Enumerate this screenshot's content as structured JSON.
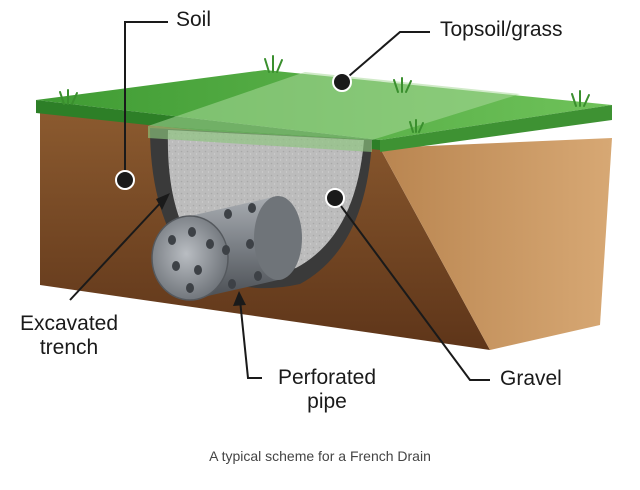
{
  "labels": {
    "soil": "Soil",
    "topsoil": "Topsoil/grass",
    "excavated": [
      "Excavated",
      "trench"
    ],
    "perforated": [
      "Perforated",
      "pipe"
    ],
    "gravel": "Gravel"
  },
  "caption": "A typical scheme for a French Drain",
  "colors": {
    "soil_front": "#7a4a26",
    "soil_right": "#c9965f",
    "grass_top": "#4aa63a",
    "grass_front": "#2f8a2c",
    "gravel": "#bdbdbd",
    "pipe": "#8a8f95",
    "leader": "#1a1a1a"
  }
}
